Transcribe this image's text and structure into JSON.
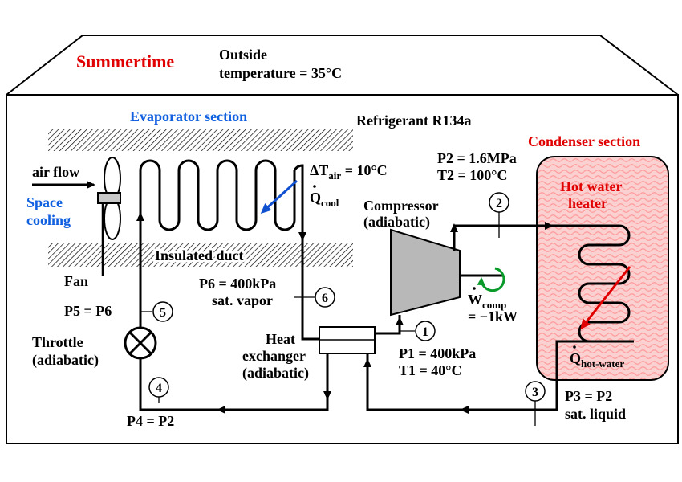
{
  "header": {
    "season": "Summertime",
    "outside_line1": "Outside",
    "outside_line2": "temperature = 35°C"
  },
  "labels": {
    "evaporator_section": "Evaporator section",
    "refrigerant": "Refrigerant R134a",
    "condenser_section": "Condenser section",
    "hot_water_heater_1": "Hot water",
    "hot_water_heater_2": "heater",
    "air_flow": "air flow",
    "space_cooling_1": "Space",
    "space_cooling_2": "cooling",
    "fan": "Fan",
    "insulated_duct": "Insulated duct",
    "delta_t_prefix": "ΔT",
    "delta_t_sub": "air",
    "delta_t_value": " = 10°C",
    "q_cool_main": "Q",
    "q_cool_sub": "cool",
    "compressor_1": "Compressor",
    "compressor_2": "(adiabatic)",
    "w_comp_main": "W",
    "w_comp_sub": "comp",
    "w_comp_value": "= −1kW",
    "q_hot_main": "Q",
    "q_hot_sub": "hot-water",
    "throttle_1": "Throttle",
    "throttle_2": "(adiabatic)",
    "heat_exchanger_1": "Heat",
    "heat_exchanger_2": "exchanger",
    "heat_exchanger_3": "(adiabatic)"
  },
  "states": {
    "p1": "P1 = 400kPa",
    "t1": "T1 = 40°C",
    "p2": "P2 = 1.6MPa",
    "t2": "T2 = 100°C",
    "p3": "P3 = P2",
    "s3": "sat. liquid",
    "p4": "P4 = P2",
    "p5": "P5 = P6",
    "p6": "P6 = 400kPa",
    "s6": "sat. vapor"
  },
  "state_numbers": {
    "n1": "1",
    "n2": "2",
    "n3": "3",
    "n4": "4",
    "n5": "5",
    "n6": "6"
  },
  "colors": {
    "season_red": "#e00000",
    "section_blue": "#1060e0",
    "condenser_fill": "#fbd0d0",
    "wavy_red": "#ff9a9a",
    "q_hot_arrow": "#e00000",
    "q_cool_arrow": "#1050d0",
    "w_comp_green": "#0a9a2a"
  }
}
